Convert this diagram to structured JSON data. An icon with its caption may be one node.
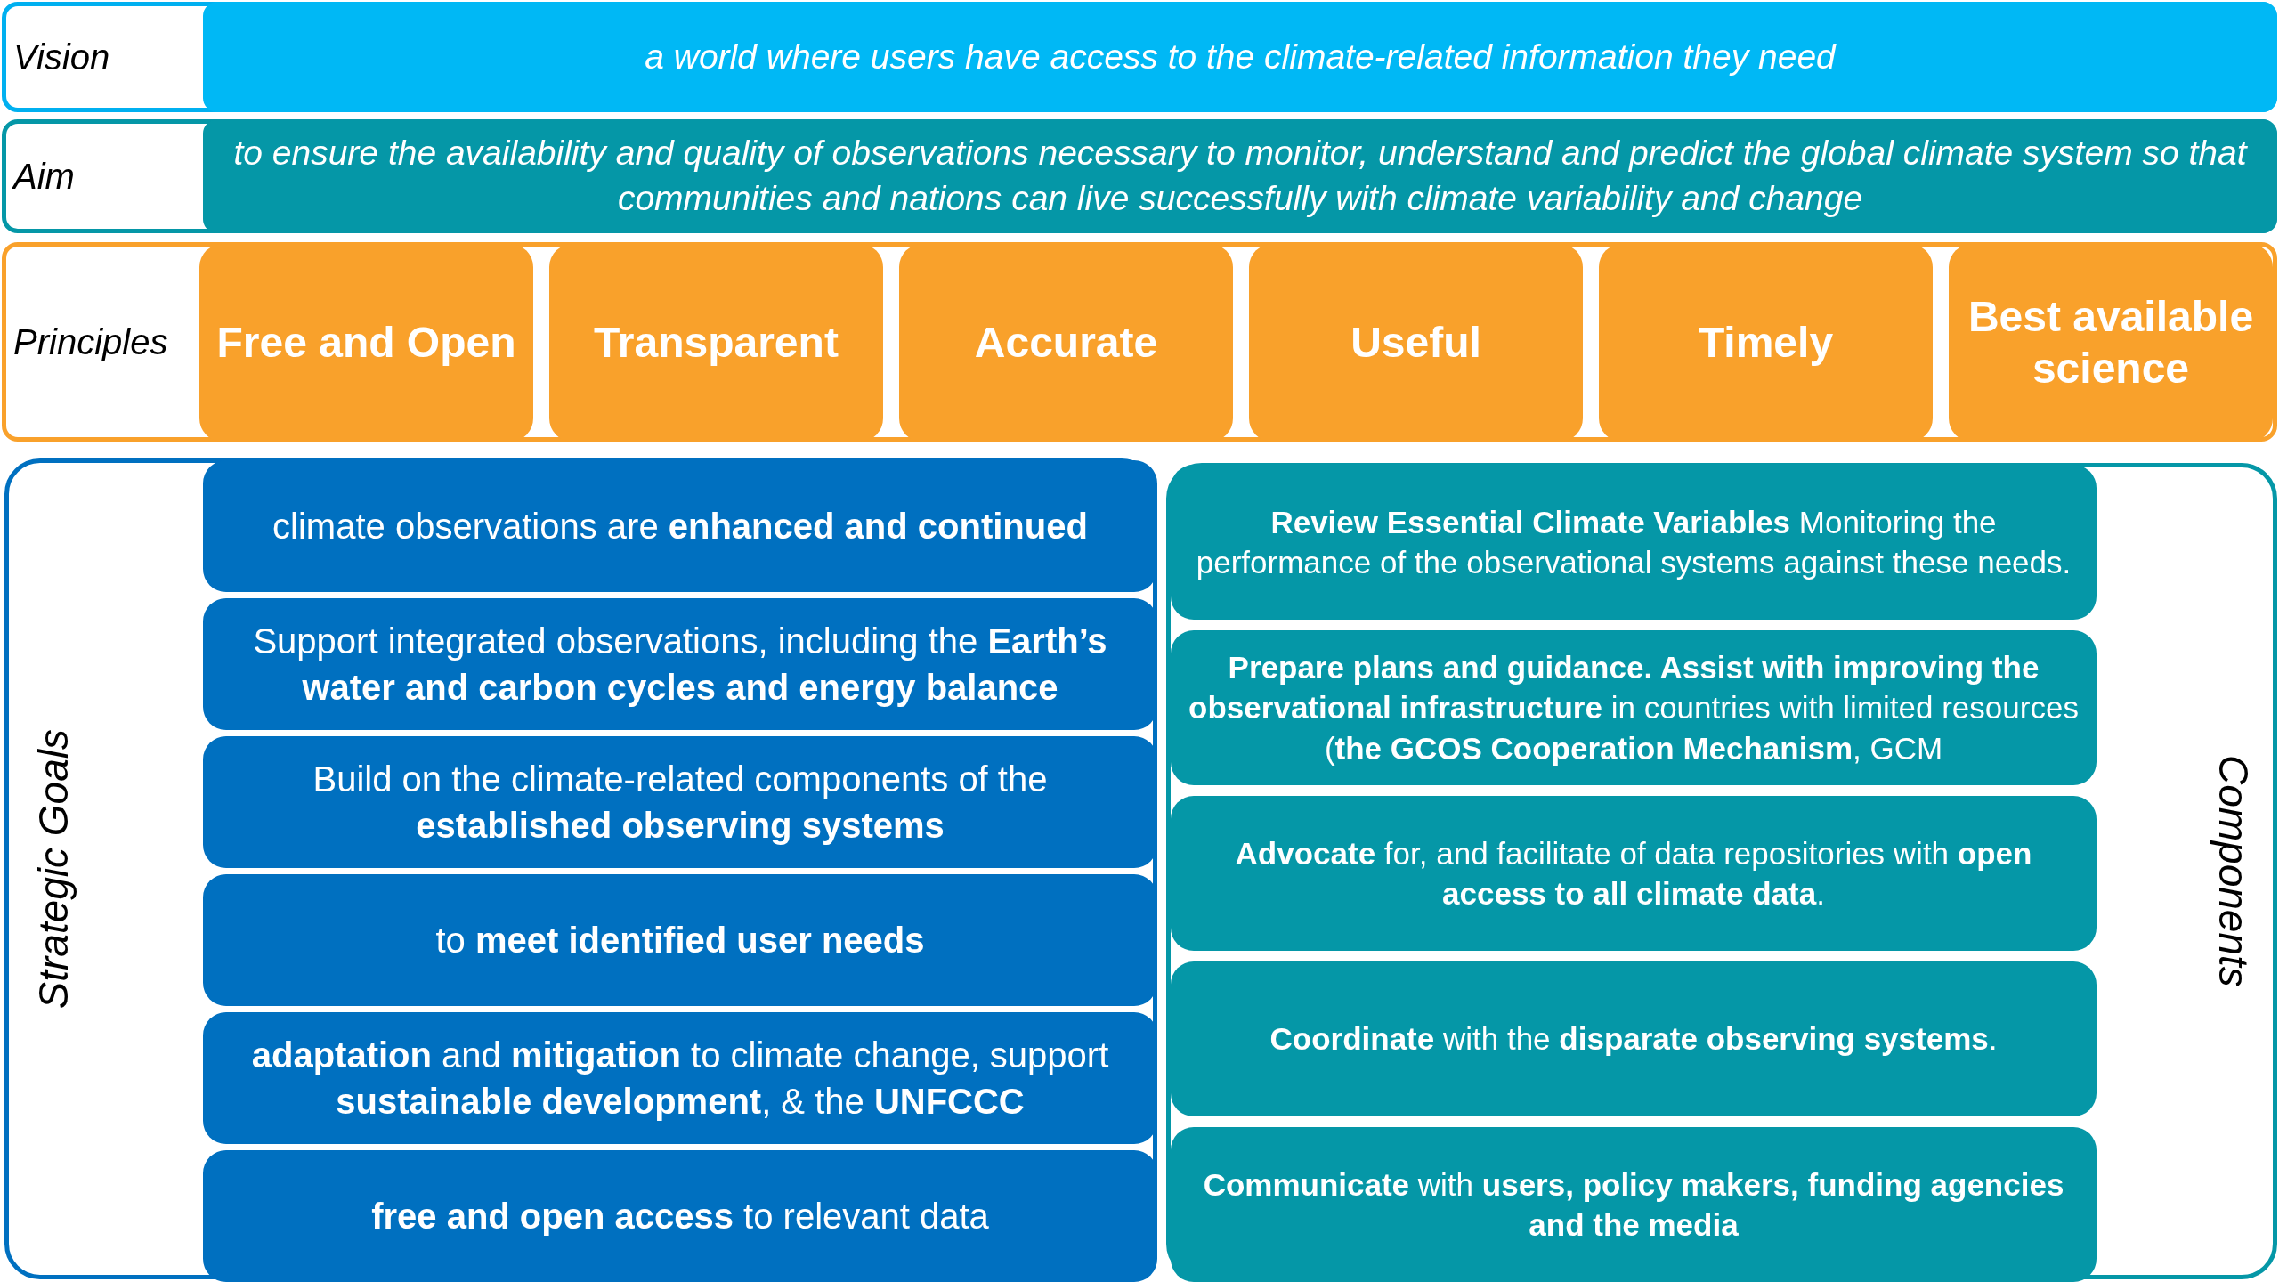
{
  "diagram": {
    "nodes": [
      {
        "text": [
          "Vision"
        ]
      },
      {
        "text": [
          "a world where users have access to the climate-related information they need"
        ],
        "in": 0
      },
      {
        "text": [
          "Aim"
        ]
      },
      {
        "text": [
          "to ensure the availability and quality of observations necessary to monitor, understand and predict the global climate system so that communities and nations can live successfully with climate variability and change"
        ],
        "in": 2
      },
      {
        "text": [
          "Principles"
        ]
      },
      {
        "text": [
          "Free and Open"
        ],
        "in": 4
      },
      {
        "text": [
          "Transparent"
        ],
        "in": 4
      },
      {
        "text": [
          "Accurate"
        ],
        "in": 4
      },
      {
        "text": [
          "Useful"
        ],
        "in": 4
      },
      {
        "text": [
          "Timely"
        ],
        "in": 4
      },
      {
        "text": [
          "Best available science"
        ],
        "in": 4
      },
      {
        "text": [
          "Strategic Goals"
        ]
      },
      {
        "text": [
          "climate observations are **enhanced and continued**"
        ],
        "in": 11
      },
      {
        "text": [
          "Support integrated observations, including the **Earth’s water and carbon cycles and energy balance**"
        ],
        "in": 11
      },
      {
        "text": [
          "Build on the climate-related components of the **established observing systems**"
        ],
        "in": 11
      },
      {
        "text": [
          "to **meet identified user needs**"
        ],
        "in": 11
      },
      {
        "text": [
          "**adaptation** and **mitigation** to climate change, support **sustainable development**, & the **UNFCCC**"
        ],
        "in": 11
      },
      {
        "text": [
          "**free and open access** to relevant data"
        ],
        "in": 11
      },
      {
        "text": [
          "Components"
        ]
      },
      {
        "text": [
          "**Review Essential Climate Variables** Monitoring the performance of the observational systems against these needs."
        ],
        "in": 18
      },
      {
        "text": [
          "**Prepare plans and guidance. Assist with improving the observational infrastructure** in countries with limited resources (**the GCOS Cooperation Mechanism**, GCM"
        ],
        "in": 18
      },
      {
        "text": [
          "**Advocate** for, and facilitate of data repositories with **open access to all climate data**."
        ],
        "in": 18
      },
      {
        "text": [
          "**Coordinate** with the **disparate observing systems**."
        ],
        "in": 18
      },
      {
        "text": [
          "**Communicate** with **users, policy makers, funding agencies and the media**"
        ],
        "in": 18
      }
    ]
  }
}
